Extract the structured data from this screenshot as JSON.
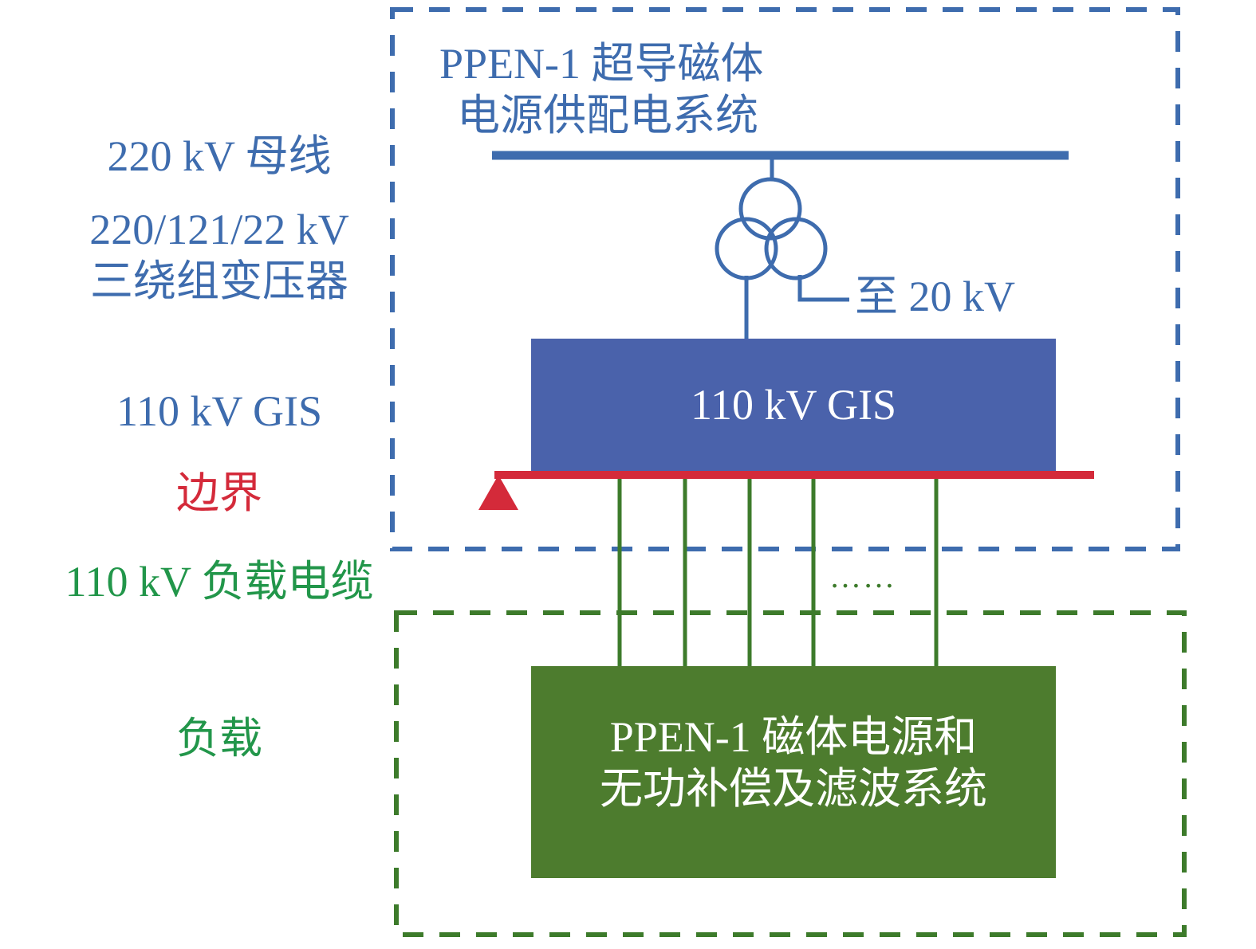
{
  "colors": {
    "blue": "#3e6cae",
    "gis_fill": "#4a62ab",
    "red": "#d42a3a",
    "green_text": "#22964a",
    "green_line": "#3d7b2b",
    "load_fill": "#4d7c2e"
  },
  "system_box": {
    "title_line1": "PPEN-1 超导磁体",
    "title_line2": "电源供配电系统",
    "to_20kv": "至 20 kV",
    "gis_label": "110 kV GIS",
    "ellipsis": "……"
  },
  "load_box": {
    "line1": "PPEN-1 磁体电源和",
    "line2": "无功补偿及滤波系统"
  },
  "legend": {
    "bus_220": "220 kV 母线",
    "transformer_line1": "220/121/22 kV",
    "transformer_line2": "三绕组变压器",
    "gis": "110 kV GIS",
    "boundary": "边界",
    "cable": "110 kV 负载电缆",
    "load": "负载"
  }
}
